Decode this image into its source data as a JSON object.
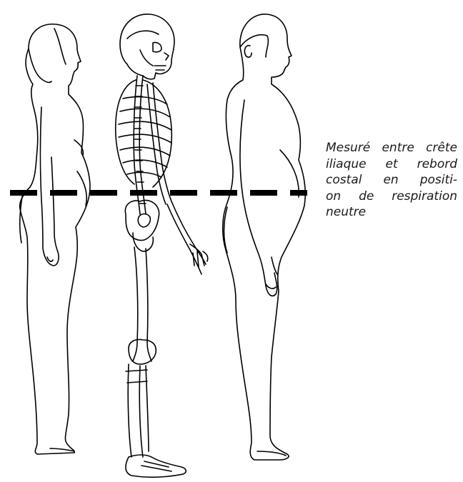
{
  "caption": {
    "lines": [
      "Mesuré entre crête",
      "iliaque et rebord",
      "costal en positi-",
      "on de respiration",
      "neutre"
    ]
  },
  "figures": [
    "woman-silhouette",
    "skeleton",
    "man-silhouette"
  ],
  "colors": {
    "line": "#000000",
    "text": "#1a1a1a",
    "background": "#ffffff"
  }
}
